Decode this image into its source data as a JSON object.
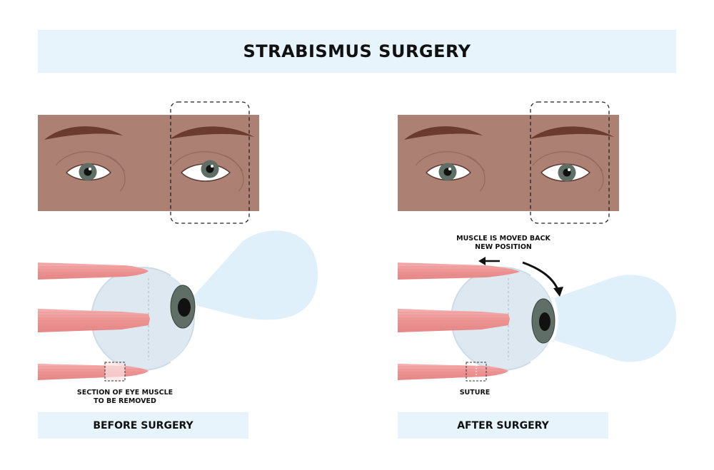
{
  "title": "STRABISMUS SURGERY",
  "panels": {
    "before": {
      "footer": "BEFORE SURGERY",
      "annotation_lines": [
        "SECTION OF EYE MUSCLE",
        "TO BE REMOVED"
      ]
    },
    "after": {
      "footer": "AFTER SURGERY",
      "annotation_lines": [
        "MUSCLE IS MOVED BACK",
        "NEW POSITION"
      ],
      "suture_label": "SUTURE"
    }
  },
  "colors": {
    "banner": "#e7f4fc",
    "skin": "#ac8173",
    "eyebrow": "#6b3b30",
    "iris": "#5f6e66",
    "muscle": "#ef9a9a",
    "eyeball": "#dde8f1",
    "light_cone": "#dff0fb"
  }
}
